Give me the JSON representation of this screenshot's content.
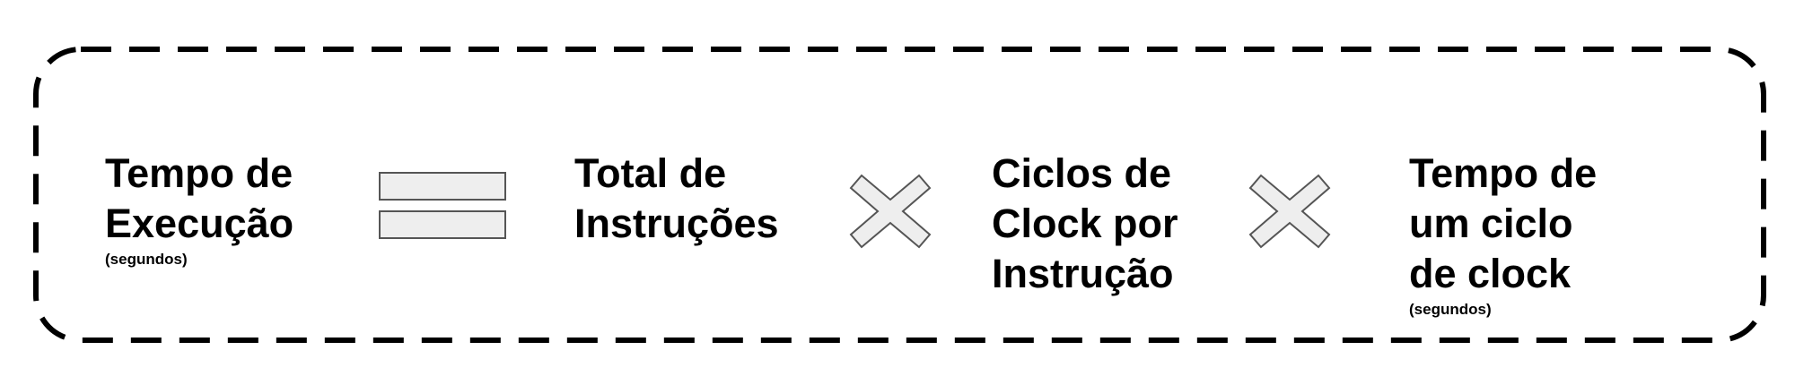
{
  "diagram": {
    "colors": {
      "border": "#000000",
      "operator_fill": "#eeeeee",
      "operator_stroke": "#555555",
      "text": "#000000"
    },
    "terms": [
      {
        "lines": [
          "Tempo de",
          "Execução"
        ],
        "unit": "(segundos)"
      },
      {
        "lines": [
          "Total de",
          "Instruções"
        ]
      },
      {
        "lines": [
          "Ciclos de",
          "Clock por",
          "Instrução"
        ]
      },
      {
        "lines": [
          "Tempo de",
          "um ciclo",
          "de clock"
        ],
        "unit": "(segundos)"
      }
    ],
    "operators": [
      "equals-icon",
      "multiply-icon",
      "multiply-icon"
    ]
  }
}
